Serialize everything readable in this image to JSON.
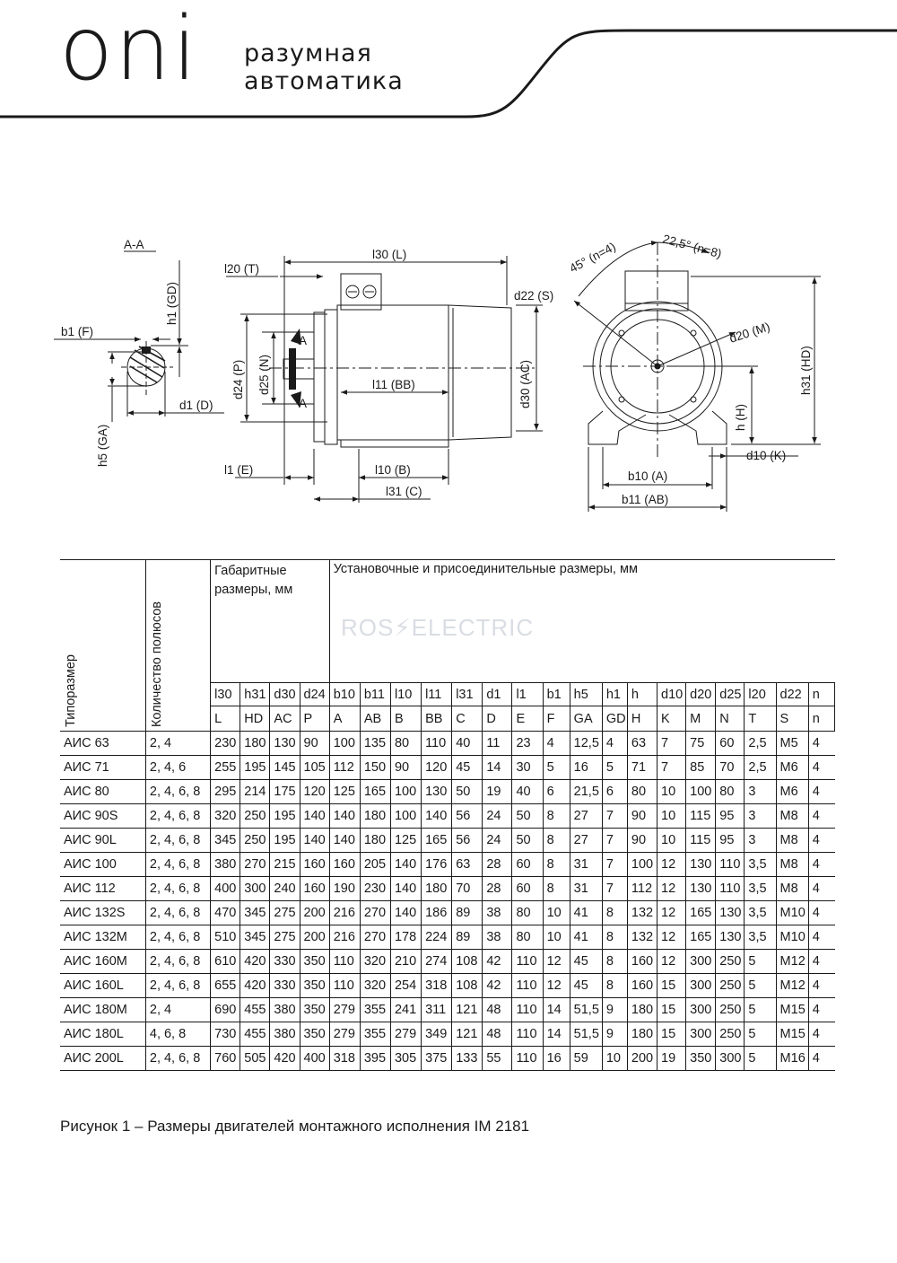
{
  "brand": {
    "logo": "oni",
    "tagline_line1": "разумная",
    "tagline_line2": "автоматика"
  },
  "drawing": {
    "section_label": "A-A",
    "section_mark": "A",
    "labels": {
      "b1": "b1 (F)",
      "h1": "h1 (GD)",
      "d1": "d1 (D)",
      "h5": "h5 (GA)",
      "l20": "l20 (T)",
      "l30": "l30 (L)",
      "d24": "d24 (P)",
      "d25": "d25 (N)",
      "l11": "l11 (BB)",
      "d30": "d30 (AC)",
      "l1": "l1 (E)",
      "l10": "l10 (B)",
      "l31": "l31 (C)",
      "d22": "d22 (S)",
      "angle45": "45° (n=4)",
      "angle22": "22,5° (n=8)",
      "d20": "d20 (M)",
      "h31": "h31 (HD)",
      "h": "h (H)",
      "d10": "d10 (K)",
      "b10": "b10 (A)",
      "b11": "b11 (AB)"
    }
  },
  "watermark": "ROS⚡ELECTRIC",
  "table": {
    "col_type": "Типоразмер",
    "col_poles": "Количество полюсов",
    "group_overall": "Габаритные размеры, мм",
    "group_mount": "Установочные и присоединительные размеры, мм",
    "codes": [
      "l30",
      "h31",
      "d30",
      "d24",
      "b10",
      "b11",
      "l10",
      "l11",
      "l31",
      "d1",
      "l1",
      "b1",
      "h5",
      "h1",
      "h",
      "d10",
      "d20",
      "d25",
      "l20",
      "d22",
      "n"
    ],
    "letters": [
      "L",
      "HD",
      "AC",
      "P",
      "A",
      "AB",
      "B",
      "BB",
      "C",
      "D",
      "E",
      "F",
      "GA",
      "GD",
      "H",
      "K",
      "M",
      "N",
      "T",
      "S",
      "n"
    ],
    "rows": [
      [
        "АИС 63",
        "2, 4",
        "230",
        "180",
        "130",
        "90",
        "100",
        "135",
        "80",
        "110",
        "40",
        "11",
        "23",
        "4",
        "12,5",
        "4",
        "63",
        "7",
        "75",
        "60",
        "2,5",
        "M5",
        "4"
      ],
      [
        "АИС 71",
        "2, 4, 6",
        "255",
        "195",
        "145",
        "105",
        "112",
        "150",
        "90",
        "120",
        "45",
        "14",
        "30",
        "5",
        "16",
        "5",
        "71",
        "7",
        "85",
        "70",
        "2,5",
        "M6",
        "4"
      ],
      [
        "АИС 80",
        "2, 4, 6, 8",
        "295",
        "214",
        "175",
        "120",
        "125",
        "165",
        "100",
        "130",
        "50",
        "19",
        "40",
        "6",
        "21,5",
        "6",
        "80",
        "10",
        "100",
        "80",
        "3",
        "M6",
        "4"
      ],
      [
        "АИС 90S",
        "2, 4, 6, 8",
        "320",
        "250",
        "195",
        "140",
        "140",
        "180",
        "100",
        "140",
        "56",
        "24",
        "50",
        "8",
        "27",
        "7",
        "90",
        "10",
        "115",
        "95",
        "3",
        "M8",
        "4"
      ],
      [
        "АИС 90L",
        "2, 4, 6, 8",
        "345",
        "250",
        "195",
        "140",
        "140",
        "180",
        "125",
        "165",
        "56",
        "24",
        "50",
        "8",
        "27",
        "7",
        "90",
        "10",
        "115",
        "95",
        "3",
        "M8",
        "4"
      ],
      [
        "АИС 100",
        "2, 4, 6, 8",
        "380",
        "270",
        "215",
        "160",
        "160",
        "205",
        "140",
        "176",
        "63",
        "28",
        "60",
        "8",
        "31",
        "7",
        "100",
        "12",
        "130",
        "110",
        "3,5",
        "M8",
        "4"
      ],
      [
        "АИС 112",
        "2, 4, 6, 8",
        "400",
        "300",
        "240",
        "160",
        "190",
        "230",
        "140",
        "180",
        "70",
        "28",
        "60",
        "8",
        "31",
        "7",
        "112",
        "12",
        "130",
        "110",
        "3,5",
        "M8",
        "4"
      ],
      [
        "АИС 132S",
        "2, 4, 6, 8",
        "470",
        "345",
        "275",
        "200",
        "216",
        "270",
        "140",
        "186",
        "89",
        "38",
        "80",
        "10",
        "41",
        "8",
        "132",
        "12",
        "165",
        "130",
        "3,5",
        "M10",
        "4"
      ],
      [
        "АИС 132M",
        "2, 4, 6, 8",
        "510",
        "345",
        "275",
        "200",
        "216",
        "270",
        "178",
        "224",
        "89",
        "38",
        "80",
        "10",
        "41",
        "8",
        "132",
        "12",
        "165",
        "130",
        "3,5",
        "M10",
        "4"
      ],
      [
        "АИС 160M",
        "2, 4, 6, 8",
        "610",
        "420",
        "330",
        "350",
        "110",
        "320",
        "210",
        "274",
        "108",
        "42",
        "110",
        "12",
        "45",
        "8",
        "160",
        "12",
        "300",
        "250",
        "5",
        "M12",
        "4"
      ],
      [
        "АИС 160L",
        "2, 4, 6, 8",
        "655",
        "420",
        "330",
        "350",
        "110",
        "320",
        "254",
        "318",
        "108",
        "42",
        "110",
        "12",
        "45",
        "8",
        "160",
        "15",
        "300",
        "250",
        "5",
        "M12",
        "4"
      ],
      [
        "АИС 180M",
        "2, 4",
        "690",
        "455",
        "380",
        "350",
        "279",
        "355",
        "241",
        "311",
        "121",
        "48",
        "110",
        "14",
        "51,5",
        "9",
        "180",
        "15",
        "300",
        "250",
        "5",
        "M15",
        "4"
      ],
      [
        "АИС 180L",
        "4, 6, 8",
        "730",
        "455",
        "380",
        "350",
        "279",
        "355",
        "279",
        "349",
        "121",
        "48",
        "110",
        "14",
        "51,5",
        "9",
        "180",
        "15",
        "300",
        "250",
        "5",
        "M15",
        "4"
      ],
      [
        "АИС 200L",
        "2, 4, 6, 8",
        "760",
        "505",
        "420",
        "400",
        "318",
        "395",
        "305",
        "375",
        "133",
        "55",
        "110",
        "16",
        "59",
        "10",
        "200",
        "19",
        "350",
        "300",
        "5",
        "M16",
        "4"
      ]
    ]
  },
  "caption": "Рисунок 1 – Размеры двигателей монтажного исполнения IM 2181"
}
